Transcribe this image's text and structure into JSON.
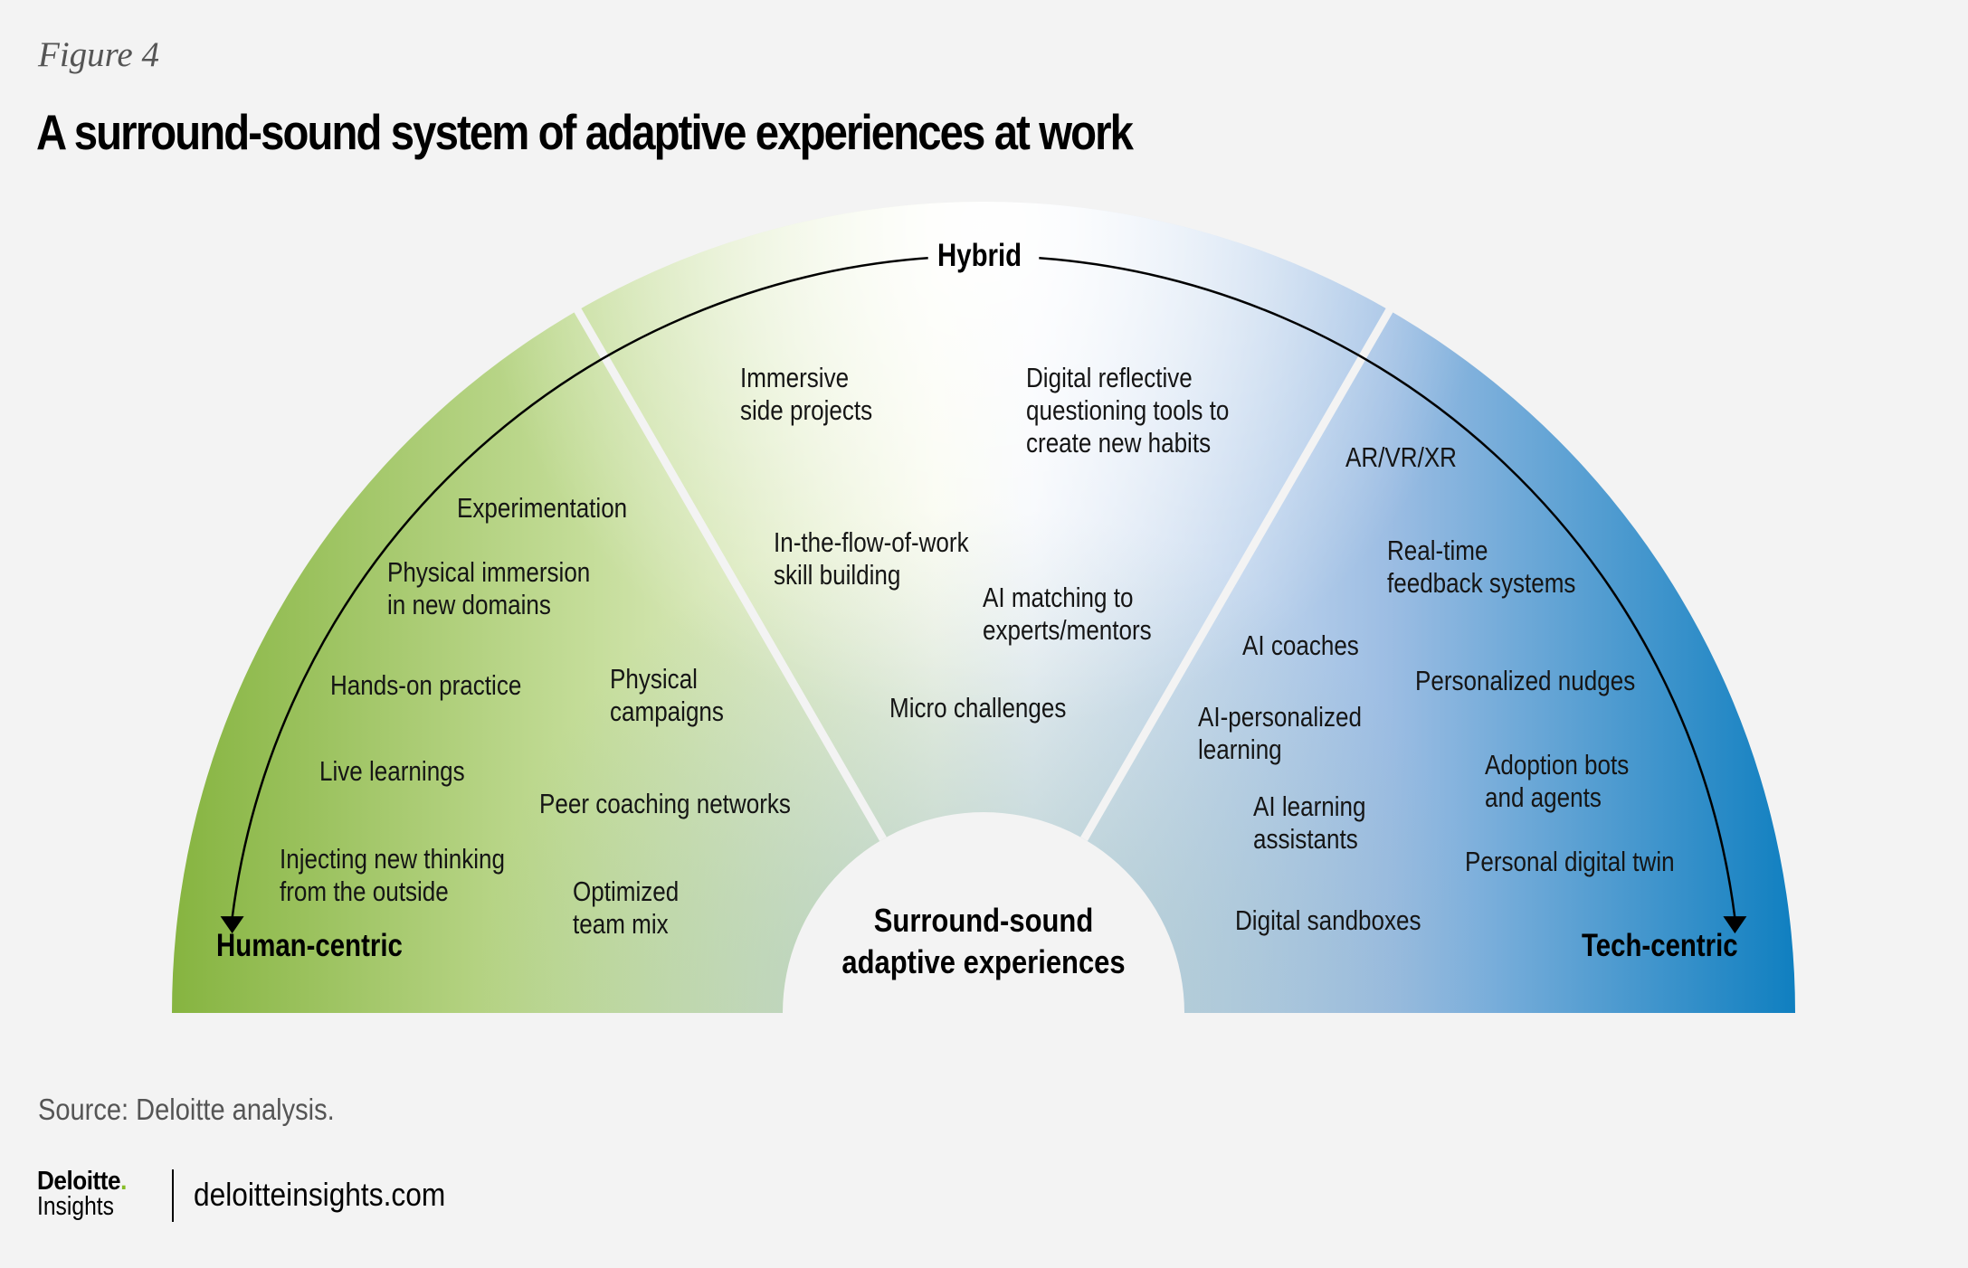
{
  "header": {
    "figure_label": "Figure 4",
    "title": "A surround-sound system of adaptive experiences at work"
  },
  "diagram": {
    "axis": {
      "top_label": "Hybrid",
      "left_label": "Human-centric",
      "right_label": "Tech-centric"
    },
    "center_label": [
      "Surround-sound",
      "adaptive experiences"
    ],
    "colors": {
      "human_centric": "#86b440",
      "hybrid": "#ffffff",
      "tech_centric": "#0f7fc0",
      "background": "#f3f3f3"
    },
    "sectors": [
      {
        "name": "Human-centric",
        "items": [
          [
            "Experimentation"
          ],
          [
            "Physical immersion",
            "in new domains"
          ],
          [
            "Hands-on practice"
          ],
          [
            "Physical",
            "campaigns"
          ],
          [
            "Live learnings"
          ],
          [
            "Peer coaching networks"
          ],
          [
            "Injecting new thinking",
            "from the outside"
          ],
          [
            "Optimized",
            "team mix"
          ]
        ]
      },
      {
        "name": "Hybrid",
        "items": [
          [
            "Immersive",
            "side projects"
          ],
          [
            "Digital reflective",
            "questioning tools to",
            "create new habits"
          ],
          [
            "In-the-flow-of-work",
            "skill building"
          ],
          [
            "AI matching to",
            "experts/mentors"
          ],
          [
            "Micro challenges"
          ]
        ]
      },
      {
        "name": "Tech-centric",
        "items": [
          [
            "AR/VR/XR"
          ],
          [
            "Real-time",
            "feedback systems"
          ],
          [
            "AI coaches"
          ],
          [
            "Personalized nudges"
          ],
          [
            "AI-personalized",
            "learning"
          ],
          [
            "Adoption bots",
            "and agents"
          ],
          [
            "AI learning",
            "assistants"
          ],
          [
            "Personal digital twin"
          ],
          [
            "Digital sandboxes"
          ]
        ]
      }
    ]
  },
  "footer": {
    "source": "Source: Deloitte analysis.",
    "logo_word": "Deloitte",
    "logo_dot": ".",
    "logo_sub": "Insights",
    "website": "deloitteinsights.com"
  }
}
